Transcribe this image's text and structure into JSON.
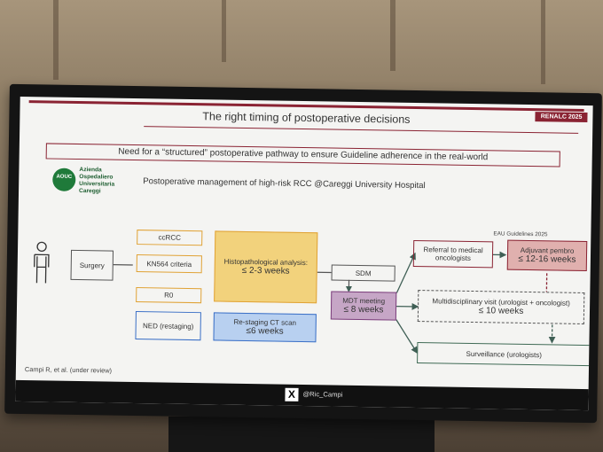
{
  "slide": {
    "badge": "RENALC 2025",
    "title": "The right timing of postoperative decisions",
    "need_text": "Need for a “structured” postoperative pathway to ensure Guideline adherence in the real-world",
    "logo_lines": [
      "Azienda",
      "Ospedaliero",
      "Universitaria",
      "Careggi"
    ],
    "logo_mark": "AOUC",
    "subtitle": "Postoperative management of high-risk RCC @Careggi University Hospital",
    "flow": {
      "surgery": "Surgery",
      "ccrcc": "ccRCC",
      "kn564": "KN564 criteria",
      "r0": "R0",
      "ned": "NED (restaging)",
      "histo_label": "Histopathological analysis:",
      "histo_time": "≤ 2-3 weeks",
      "restage_label": "Re-staging CT scan",
      "restage_time": "≤6 weeks",
      "sdm": "SDM",
      "mdt_label": "MDT meeting",
      "mdt_time": "≤ 8 weeks",
      "referral": "Referral to medical oncologists",
      "eau": "EAU Guidelines 2025",
      "adj_label": "Adjuvant pembro",
      "adj_time": "≤ 12-16 weeks",
      "visit_label": "Multidisciplinary visit (urologist + oncologist)",
      "visit_time": "≤ 10 weeks",
      "surveillance": "Surveillance (urologists)"
    },
    "citation": "Campi R, et al. (under review)",
    "footer_handle": "@Ric_Campi",
    "footer_icon": "x-logo-icon"
  },
  "colors": {
    "accent": "#8a2333",
    "orange": "#e0a235",
    "blue": "#3a6fc6",
    "purple": "#7c3f7c",
    "green": "#3f6a55"
  }
}
